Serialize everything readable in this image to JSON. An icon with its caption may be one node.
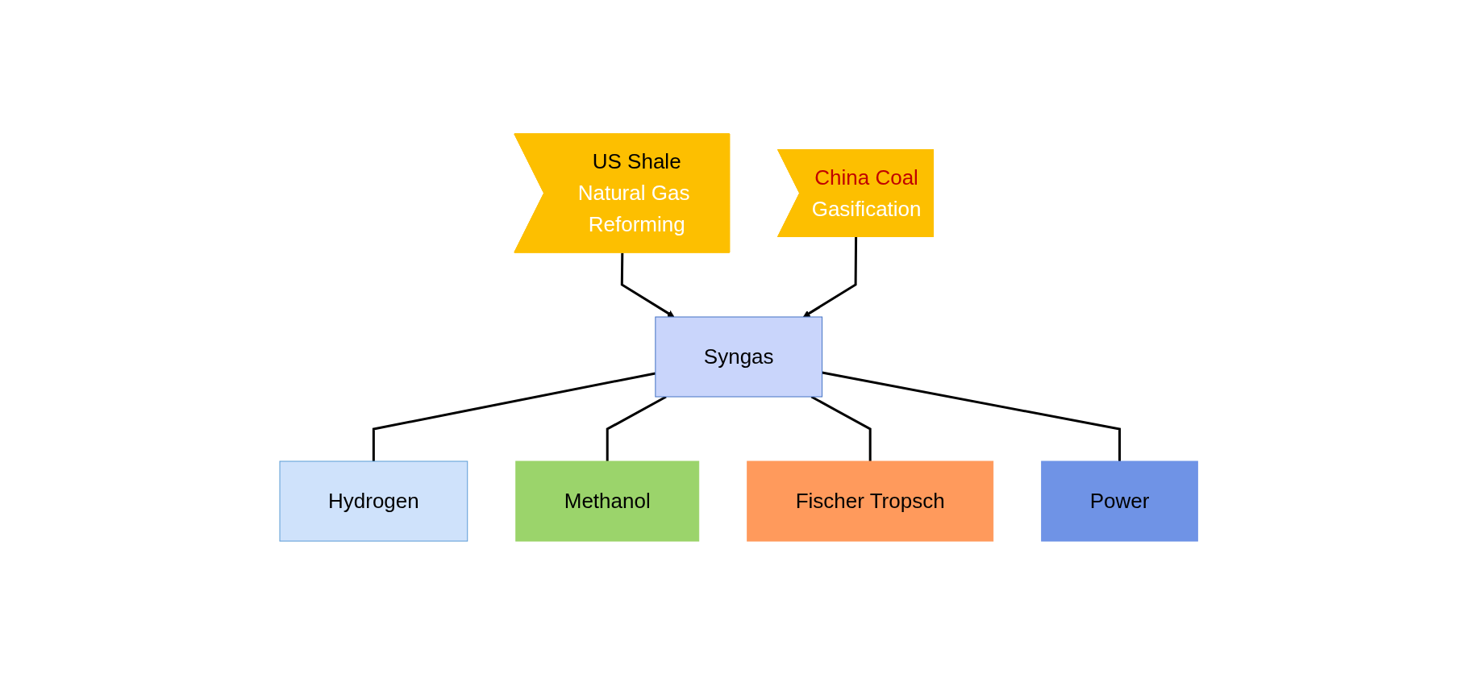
{
  "diagram": {
    "nodes": [
      {
        "text": [
          "US Shale",
          "Natural Gas Reforming"
        ]
      },
      {
        "text": [
          "Syngas"
        ]
      },
      {
        "text": [
          "China Coal",
          "Gasification"
        ]
      },
      {
        "text": [
          "Hydrogen"
        ]
      },
      {
        "text": [
          "Methanol"
        ]
      },
      {
        "text": [
          "Fischer Tropsch"
        ]
      },
      {
        "text": [
          "Power"
        ]
      }
    ],
    "edges": [
      {
        "from": 0,
        "to": 1,
        "arrow": "to"
      },
      {
        "from": 2,
        "to": 1,
        "arrow": "to"
      },
      {
        "from": 1,
        "to": 3,
        "arrow": "none"
      },
      {
        "from": 1,
        "to": 4,
        "arrow": "none"
      },
      {
        "from": 1,
        "to": 5,
        "arrow": "none"
      },
      {
        "from": 1,
        "to": 6,
        "arrow": "none"
      }
    ]
  }
}
